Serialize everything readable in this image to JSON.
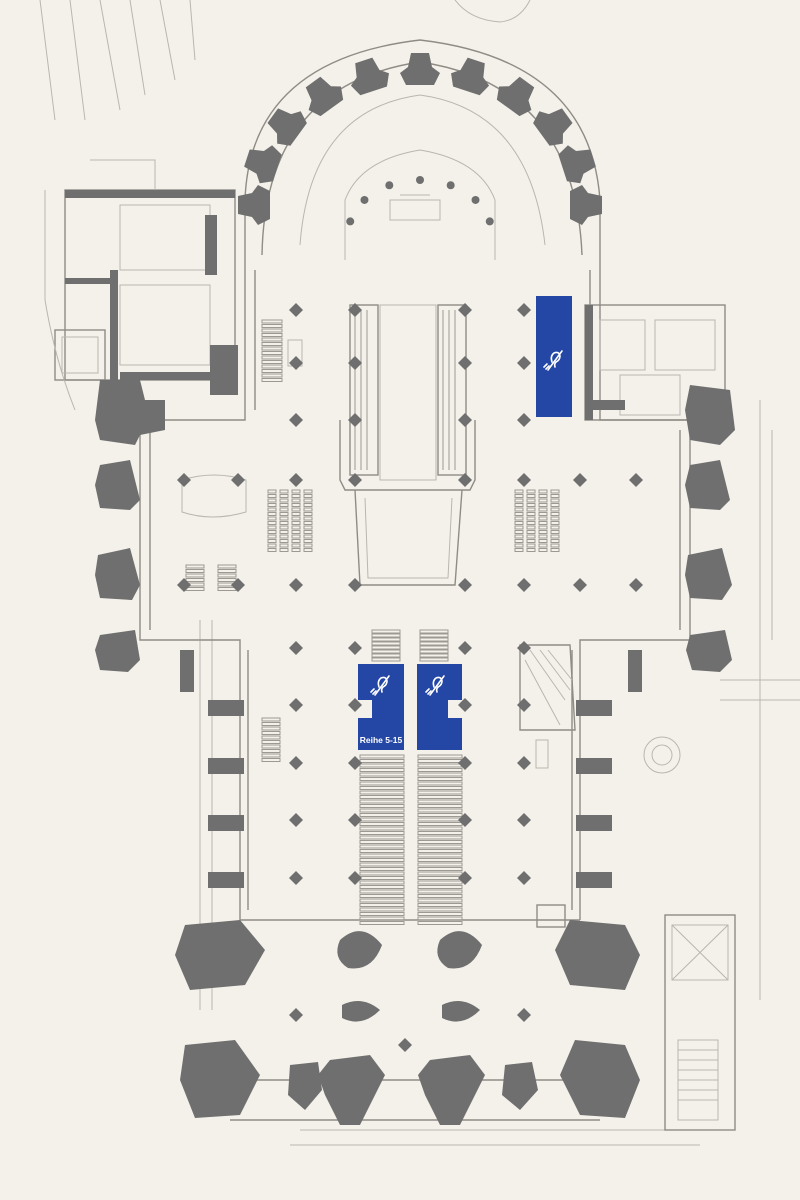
{
  "map": {
    "hearing_loop_icon": "hearing-loop-icon",
    "zone_color": "#2447a6",
    "wall_color": "#6f6f6f",
    "background_color": "#f4f1ea",
    "zones": [
      {
        "name": "choir-zone-east",
        "label": ""
      },
      {
        "name": "nave-zone-left",
        "label": "Reihe 5-15"
      },
      {
        "name": "nave-zone-right",
        "label": ""
      }
    ]
  }
}
